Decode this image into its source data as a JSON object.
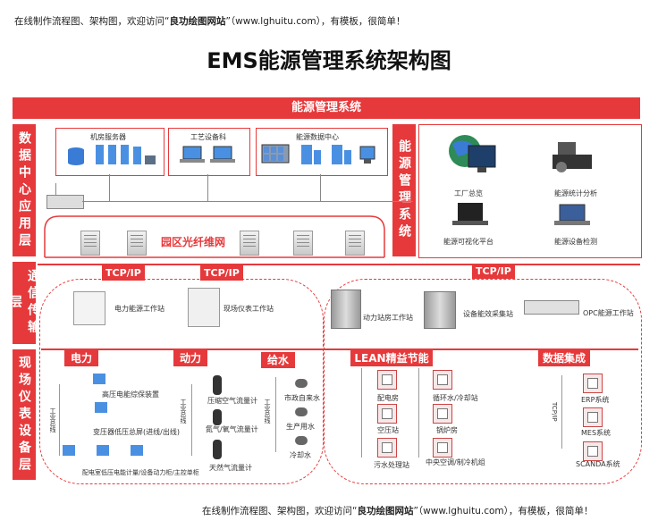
{
  "banner": {
    "prefix": "在线制作流程图、架构图，欢迎访问“",
    "brand": "良功绘图网站",
    "suffix": "”（www.lghuitu.com），有模板，很简单！"
  },
  "title": "EMS能源管理系统架构图",
  "top_bar": "能源管理系统",
  "side_labels": {
    "data_center": "数据中心应用层",
    "comm": "通信传输层",
    "field": "现场仪表设备层",
    "ems": "能源管理系统"
  },
  "data_center": {
    "groups": [
      "机房服务器",
      "工艺设备科",
      "能源数据中心"
    ],
    "ring_label": "园区光纤维网"
  },
  "ems_apps": [
    "工厂总览",
    "能源统计分析",
    "能源可视化平台",
    "能源设备检测"
  ],
  "tcp_label": "TCP/IP",
  "stations": [
    "电力能源工作站",
    "现场仪表工作站",
    "动力站房工作站",
    "设备能效采集站",
    "OPC能源工作站"
  ],
  "categories": [
    "电力",
    "动力",
    "给水",
    "LEAN精益节能",
    "数据集成"
  ],
  "bus_label": "工业总线",
  "bus_label_tcp": "TCP/IP",
  "power_items": [
    "高压电能综保装置",
    "变压器低压总屏(进线/出线)",
    "配电室低压电能计量/设备动力柜/主控单柜"
  ],
  "dynamic_items": [
    "压缩空气流量计",
    "氮气/氧气流量计",
    "天然气流量计"
  ],
  "water_items": [
    "市政自来水",
    "生产用水",
    "冷却水"
  ],
  "lean_left": [
    "配电房",
    "空压站",
    "污水处理站"
  ],
  "lean_right": [
    "循环水/冷却站",
    "锅炉房",
    "中央空调/制冷机组"
  ],
  "data_items": [
    "ERP系统",
    "MES系统",
    "SCANDA系统"
  ],
  "colors": {
    "accent": "#e6393b"
  }
}
